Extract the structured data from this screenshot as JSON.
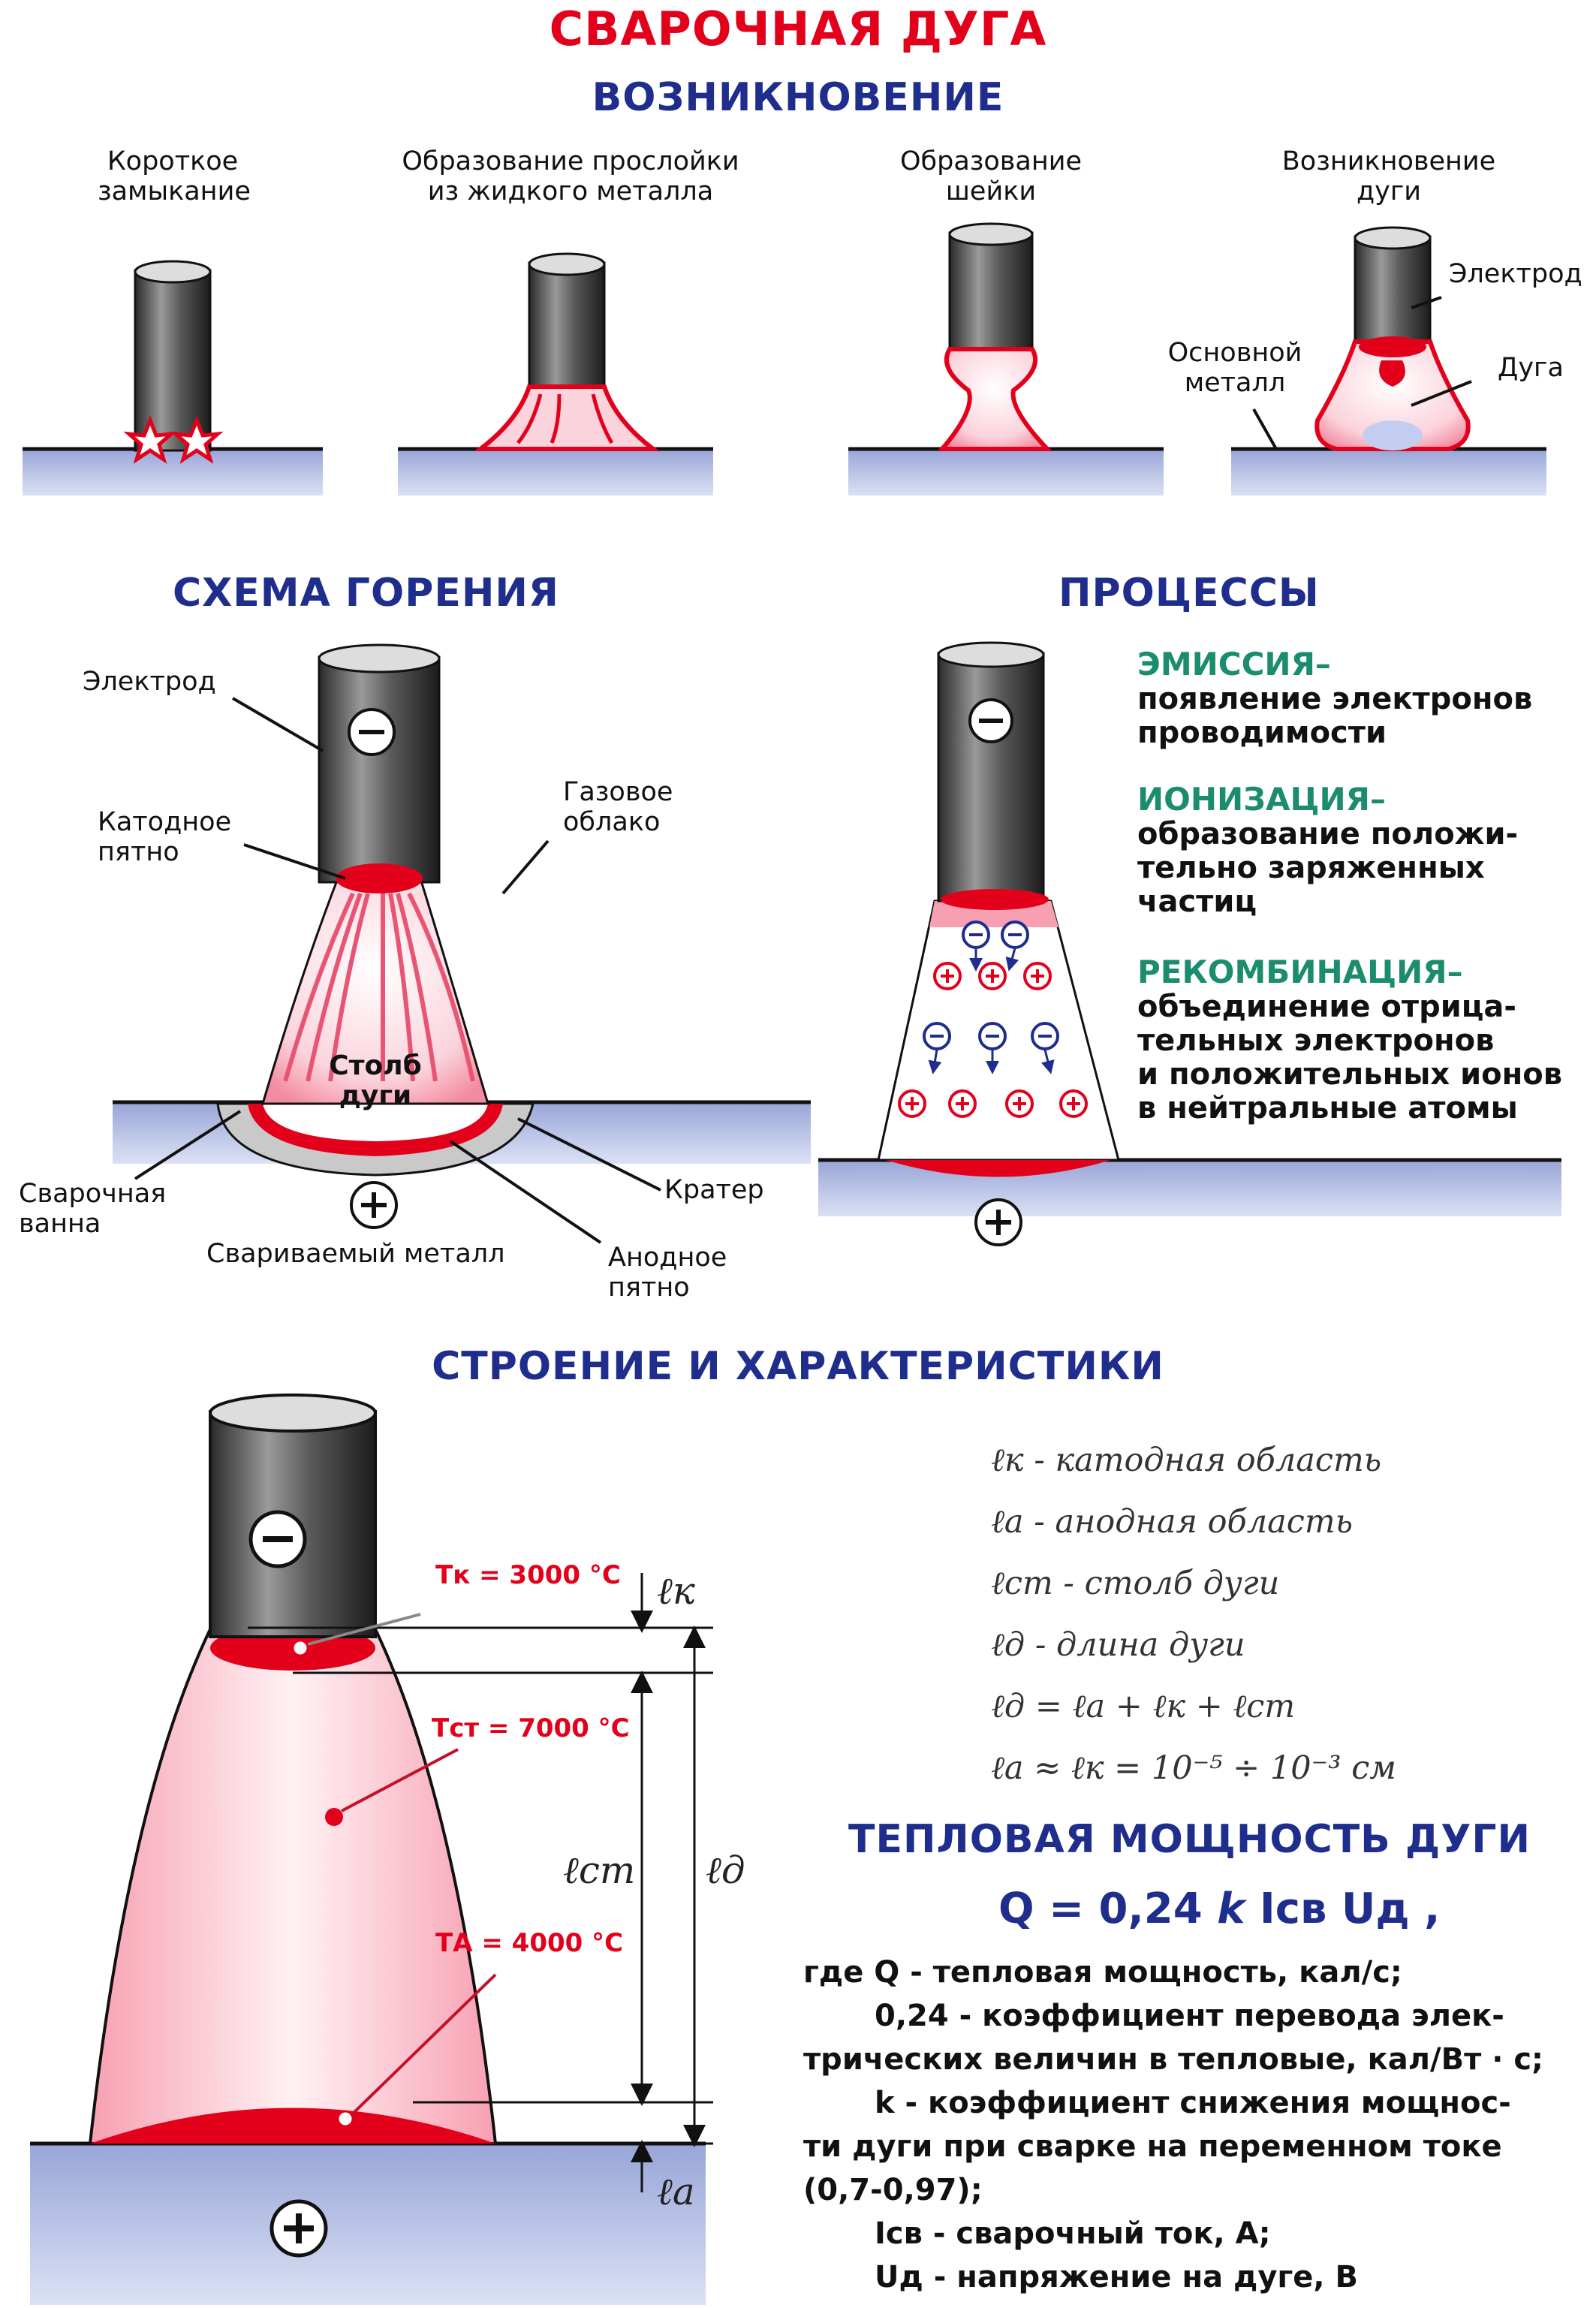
{
  "title": "СВАРОЧНАЯ ДУГА",
  "sections": {
    "origin": "ВОЗНИКНОВЕНИЕ",
    "burning": "СХЕМА ГОРЕНИЯ",
    "processes": "ПРОЦЕССЫ",
    "structure": "СТРОЕНИЕ И ХАРАКТЕРИСТИКИ",
    "heat": "ТЕПЛОВАЯ МОЩНОСТЬ ДУГИ"
  },
  "stages": [
    {
      "line1": "Короткое",
      "line2": "замыкание"
    },
    {
      "line1": "Образование прослойки",
      "line2": "из жидкого металла"
    },
    {
      "line1": "Образование",
      "line2": "шейки"
    },
    {
      "line1": "Возникновение",
      "line2": "дуги"
    }
  ],
  "stage4_labels": {
    "electrode": "Электрод",
    "base_metal_1": "Основной",
    "base_metal_2": "металл",
    "arc": "Дуга"
  },
  "burning_labels": {
    "electrode": "Электрод",
    "cathode_1": "Катодное",
    "cathode_2": "пятно",
    "gas_1": "Газовое",
    "gas_2": "облако",
    "column_1": "Столб",
    "column_2": "дуги",
    "pool_1": "Сварочная",
    "pool_2": "ванна",
    "crater": "Кратер",
    "metal": "Свариваемый  металл",
    "anode_1": "Анодное",
    "anode_2": "пятно",
    "minus": "−",
    "plus": "+"
  },
  "processes": [
    {
      "title": "ЭМИССИЯ–",
      "lines": [
        "появление электронов",
        "проводимости"
      ]
    },
    {
      "title": "ИОНИЗАЦИЯ–",
      "lines": [
        "образование положи-",
        "тельно заряженных",
        "частиц"
      ]
    },
    {
      "title": "РЕКОМБИНАЦИЯ–",
      "lines": [
        "объединение отрица-",
        "тельных электронов",
        "и положительных ионов",
        "в нейтральные атомы"
      ]
    }
  ],
  "temps": {
    "tk": "Тк = 3000  °С",
    "tst": "Тст = 7000  °С",
    "ta": "ТА = 4000  °С"
  },
  "lengths": {
    "lk": "ℓк",
    "lst": "ℓст",
    "ld": "ℓд",
    "la": "ℓа"
  },
  "legend": [
    "ℓк - катодная область",
    "ℓа - анодная область",
    "ℓст - столб дуги",
    "ℓд - длина дуги",
    "ℓд = ℓа + ℓк + ℓст",
    "ℓа ≈ ℓк = 10⁻⁵ ÷ 10⁻³ см"
  ],
  "formula": {
    "q_part": "Q = 0,24 ",
    "k_part": "k",
    "rest": " Iсв Uд ,"
  },
  "heat_desc": [
    "где Q - тепловая мощность, кал/с;",
    "0,24 - коэффициент перевода элек-",
    "трических величин в тепловые, кал/Вт · с;",
    "k - коэффициент снижения мощнос-",
    "ти дуги при сварке на переменном токе",
    "(0,7-0,97);",
    "Iсв - сварочный ток, А;",
    "Uд - напряжение на дуге, В"
  ],
  "colors": {
    "red": "#e3001b",
    "navy": "#1f2d8c",
    "teal": "#1b8c6e",
    "metal": "#b9c3e6"
  }
}
